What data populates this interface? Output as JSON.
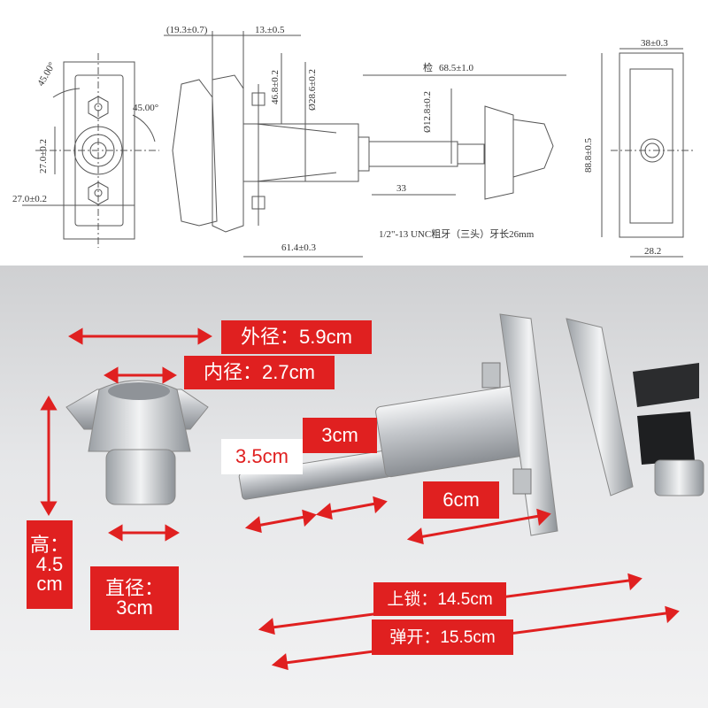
{
  "drawing": {
    "dims": {
      "d_45_left": "45.00°",
      "d_45_right": "45.00°",
      "d_27_v": "27.0±0.2",
      "d_27_h": "27.0±0.2",
      "d_19_3": "(19.3±0.7)",
      "d_13": "13.±0.5",
      "d_46_8": "46.8±0.2",
      "d_28_6": "Ø28.6±0.2",
      "d_61_4": "61.4±0.3",
      "d_68_5_prefix": "检",
      "d_68_5": "68.5±1.0",
      "d_12_8": "Ø12.8±0.2",
      "d_33": "33",
      "thread_note": "1/2\"-13 UNC粗牙（三头）牙长26mm",
      "d_38": "38±0.3",
      "d_88_8": "88.8±0.5",
      "d_28_2": "28.2"
    }
  },
  "photo": {
    "labels": {
      "outer_diameter": "外径：5.9cm",
      "inner_diameter": "内径：2.7cm",
      "height_line1": "高：",
      "height_line2": "4.5",
      "height_line3": "cm",
      "diameter_line1": "直径：",
      "diameter_line2": "3cm",
      "len_3_5": "3.5cm",
      "len_3": "3cm",
      "len_6": "6cm",
      "lock_length": "上锁：14.5cm",
      "pop_length": "弹开：15.5cm"
    }
  },
  "colors": {
    "accent_red": "#e02020",
    "line_gray": "#444444"
  }
}
